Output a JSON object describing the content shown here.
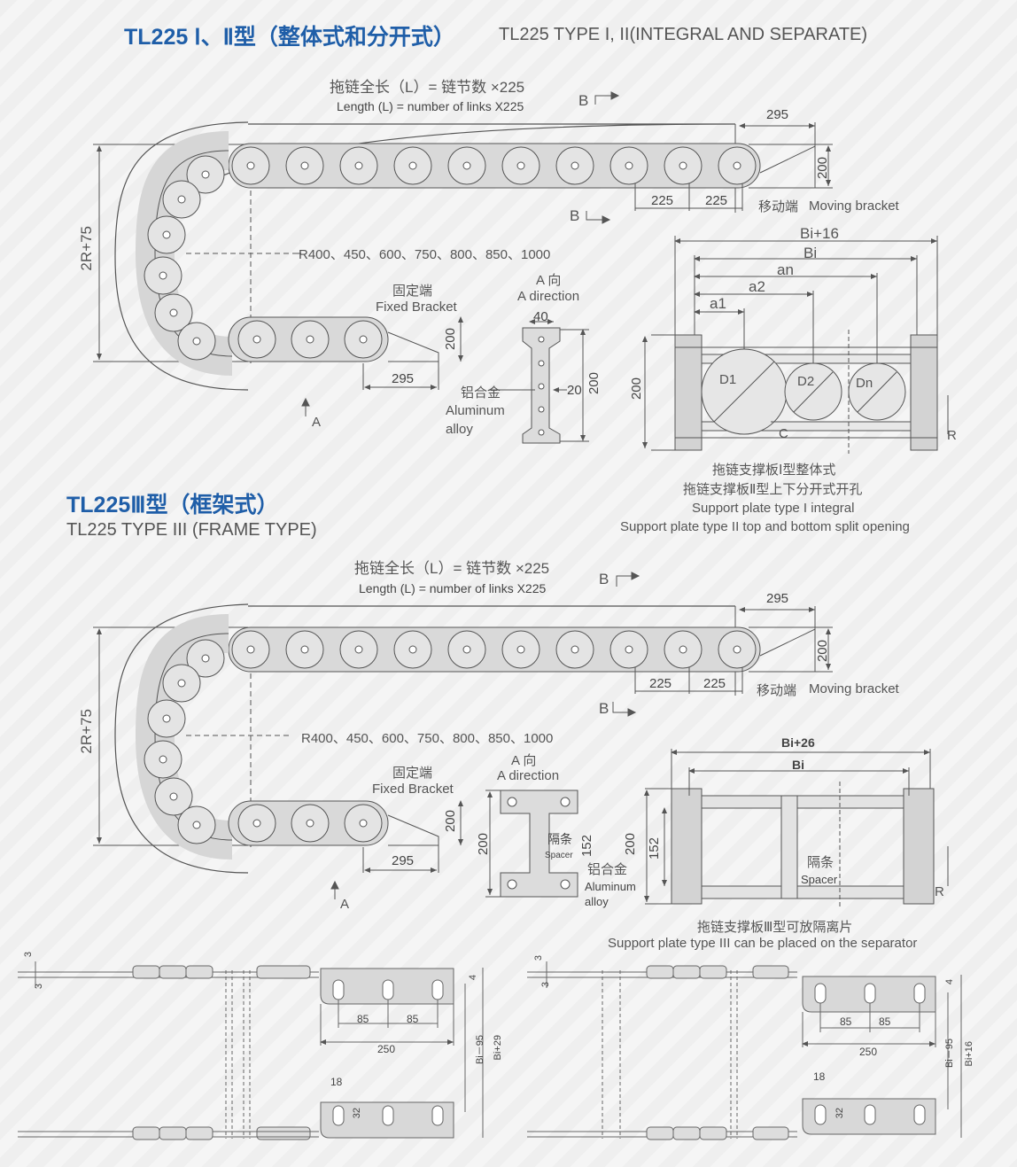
{
  "section1": {
    "title_cn": "TL225 Ⅰ、Ⅱ型（整体式和分开式）",
    "title_en": "TL225 TYPE I, II(INTEGRAL AND SEPARATE)",
    "length_cn": "拖链全长（L）= 链节数 ×225",
    "length_en": "Length (L) = number of links X225",
    "b_top": "B",
    "b_bottom": "B",
    "dim_295_top": "295",
    "dim_200_top": "200",
    "dim_225_a": "225",
    "dim_225_b": "225",
    "moving_cn": "移动端",
    "moving_en": "Moving bracket",
    "height_2r": "2R+75",
    "radius": "R400、450、600、750、800、850、1000",
    "fixed_cn": "固定端",
    "fixed_en": "Fixed Bracket",
    "dim_200_bottom": "200",
    "dim_295_bottom": "295",
    "arrow_a": "A",
    "a_dir_cn": "A 向",
    "a_dir_en": "A direction",
    "dim_40": "40",
    "dim_20": "20",
    "dim_200_adir": "200",
    "alu_cn": "铝合金",
    "alu_en_1": "Aluminum",
    "alu_en_2": "alloy",
    "bi16": "Bi+16",
    "bi": "Bi",
    "an": "an",
    "a2": "a2",
    "a1": "a1",
    "dim_200_plate": "200",
    "d1": "D1",
    "d2": "D2",
    "dn": "Dn",
    "c": "C",
    "r": "R",
    "plate_cn_1": "拖链支撑板Ⅰ型整体式",
    "plate_cn_2": "拖链支撑板Ⅱ型上下分开式开孔",
    "plate_en_1": "Support plate type I integral",
    "plate_en_2": "Support plate type II top and bottom split opening"
  },
  "section2": {
    "title_cn": "TL225Ⅲ型（框架式）",
    "title_en": "TL225 TYPE III (FRAME TYPE)",
    "length_cn": "拖链全长（L）= 链节数 ×225",
    "length_en": "Length  (L) = number of links X225",
    "b_top": "B",
    "b_bottom": "B",
    "dim_295_top": "295",
    "dim_200_top": "200",
    "dim_225_a": "225",
    "dim_225_b": "225",
    "moving_cn": "移动端",
    "moving_en": "Moving bracket",
    "height_2r": "2R+75",
    "radius": "R400、450、600、750、800、850、1000",
    "fixed_cn": "固定端",
    "fixed_en": "Fixed Bracket",
    "dim_200_bottom": "200",
    "dim_295_bottom": "295",
    "arrow_a": "A",
    "a_dir_cn": "A 向",
    "a_dir_en": "A direction",
    "dim_200_adir": "200",
    "spacer_cn": "隔条",
    "spacer_en": "Spacer",
    "dim_152": "152",
    "alu_cn": "铝合金",
    "alu_en_1": "Aluminum",
    "alu_en_2": "alloy",
    "bi26": "Bi+26",
    "bi": "Bi",
    "dim_200_frame": "200",
    "dim_152_frame": "152",
    "spacer2_cn": "隔条",
    "spacer2_en": "Spacer",
    "r": "R",
    "plate_cn": "拖链支撑板Ⅲ型可放隔离片",
    "plate_en": "Support plate type III can be placed on the separator"
  },
  "section3": {
    "left": {
      "dim_3a": "3",
      "dim_3b": "3",
      "dim_4": "4",
      "dim_85a": "85",
      "dim_85b": "85",
      "dim_250": "250",
      "bi95": "Bi－95",
      "bi29": "Bi+29",
      "dim_18": "18",
      "dim_32": "32"
    },
    "right": {
      "dim_3a": "3",
      "dim_3b": "3",
      "dim_4": "4",
      "dim_85a": "85",
      "dim_85b": "85",
      "dim_250": "250",
      "bi95": "Bi－95",
      "bi16": "Bi+16",
      "dim_18": "18",
      "dim_32": "32"
    }
  },
  "colors": {
    "title_blue": "#1f5ea8",
    "line": "#555555",
    "link_fill": "#cfcfcf"
  }
}
